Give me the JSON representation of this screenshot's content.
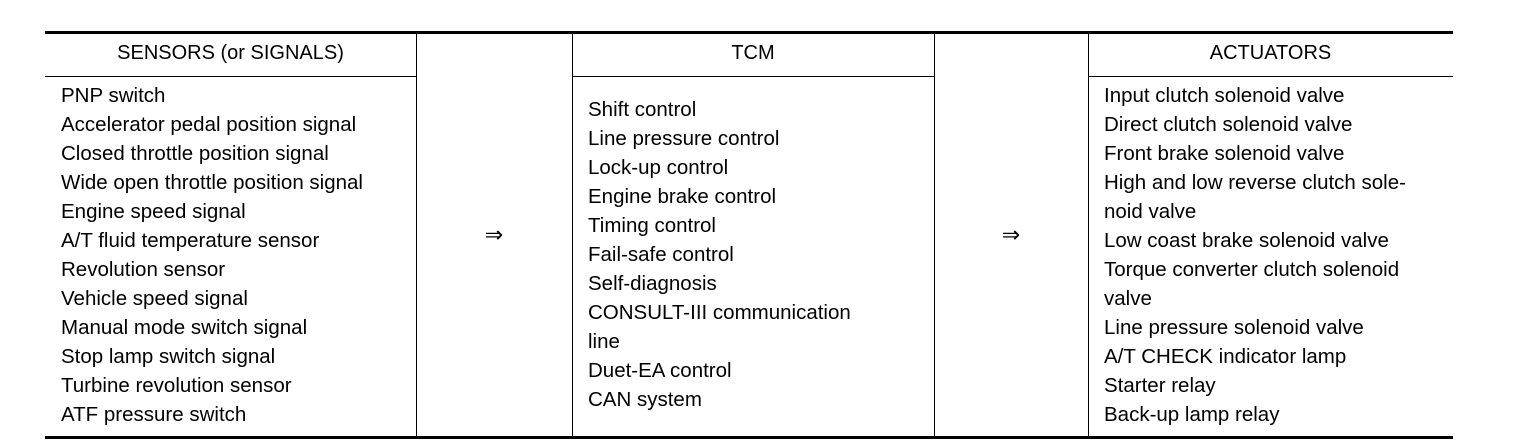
{
  "table": {
    "headers": {
      "sensors": "SENSORS (or SIGNALS)",
      "tcm": "TCM",
      "actuators": "ACTUATORS"
    },
    "arrows": [
      "⇒",
      "⇒"
    ],
    "sensors": [
      "PNP switch",
      "Accelerator pedal position signal",
      "Closed throttle position signal",
      "Wide open throttle position signal",
      "Engine speed signal",
      "A/T fluid temperature sensor",
      "Revolution sensor",
      "Vehicle speed signal",
      "Manual mode switch signal",
      "Stop lamp switch signal",
      "Turbine revolution sensor",
      "ATF pressure switch"
    ],
    "tcm": [
      "Shift control",
      "Line pressure control",
      "Lock-up control",
      "Engine brake control",
      "Timing control",
      "Fail-safe control",
      "Self-diagnosis",
      "CONSULT-III communication",
      "line",
      "Duet-EA control",
      "CAN system"
    ],
    "actuators": [
      "Input clutch solenoid valve",
      "Direct clutch solenoid valve",
      "Front brake solenoid valve",
      "High and low reverse clutch sole-",
      "noid valve",
      "Low coast brake solenoid valve",
      "Torque converter clutch solenoid",
      "valve",
      "Line pressure solenoid valve",
      "A/T CHECK indicator lamp",
      "Starter relay",
      "Back-up lamp relay"
    ]
  }
}
